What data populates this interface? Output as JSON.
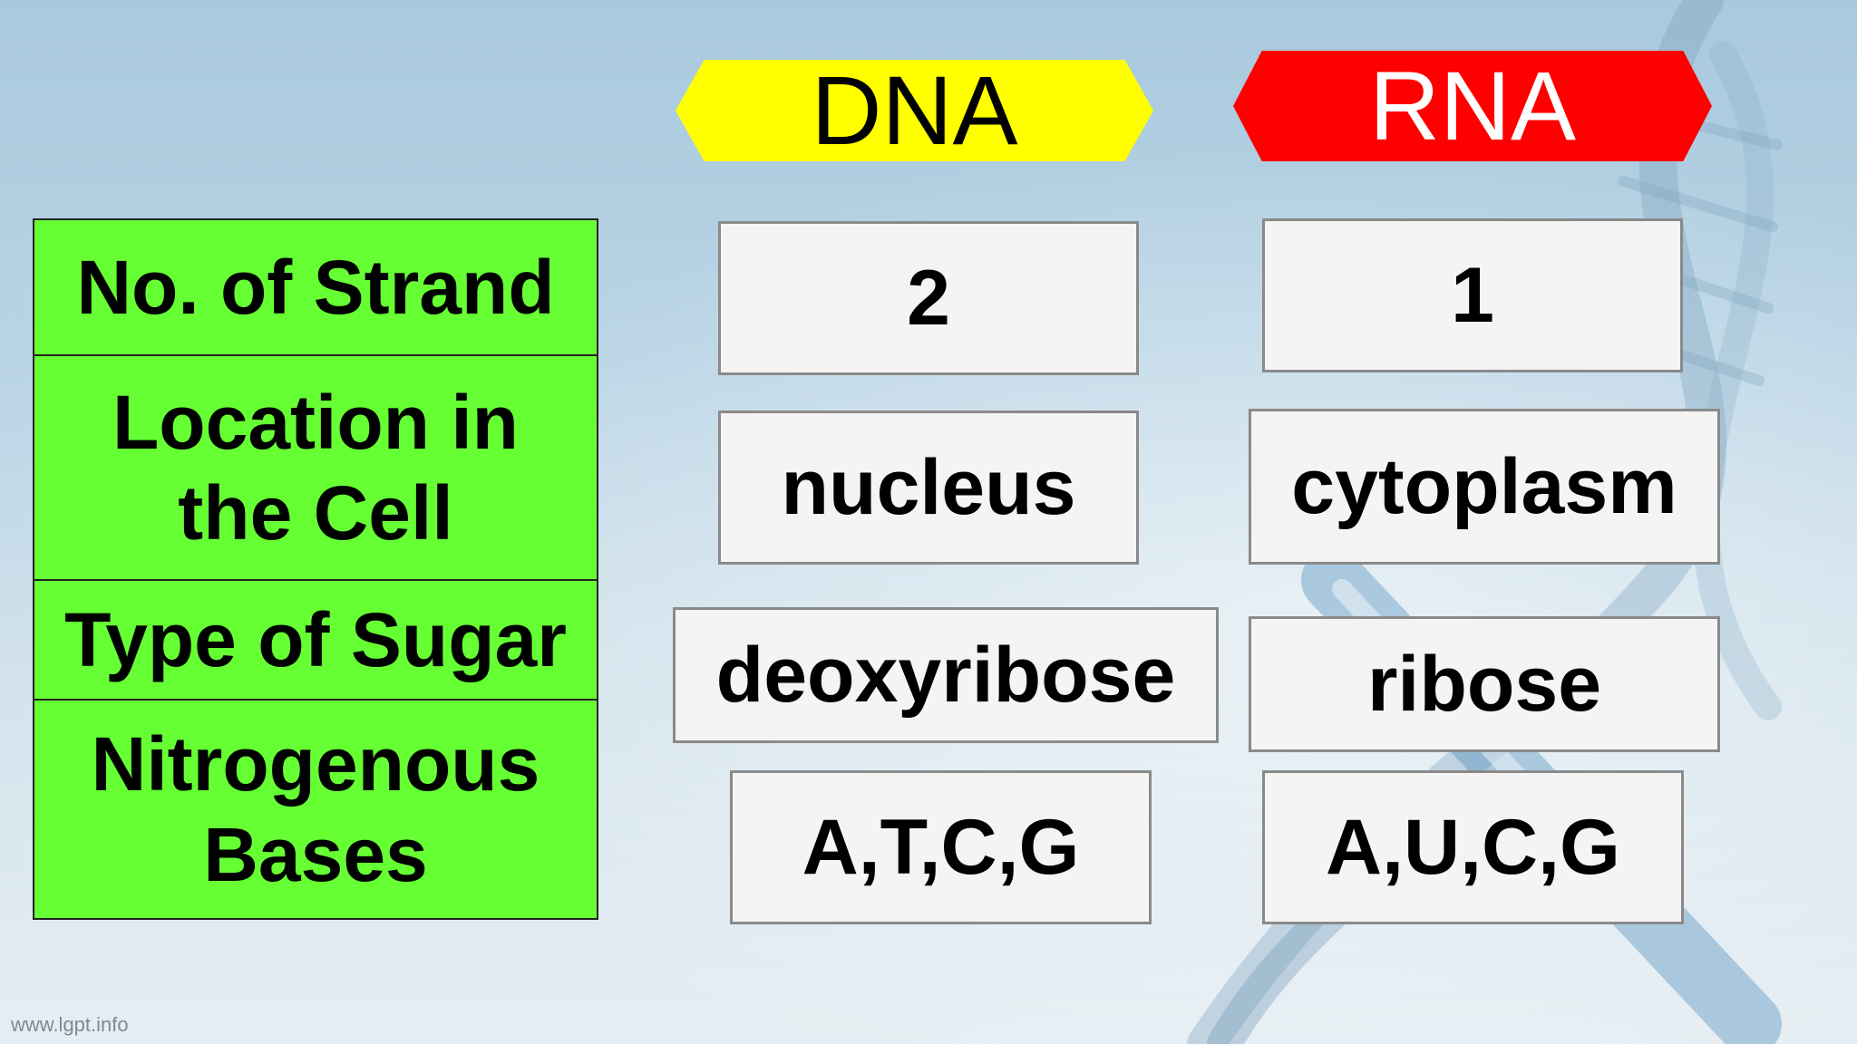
{
  "headers": {
    "dna": "DNA",
    "rna": "RNA"
  },
  "rows": [
    {
      "label": "No. of Strand",
      "dna": "2",
      "rna": "1"
    },
    {
      "label": "Location in\nthe Cell",
      "dna": "nucleus",
      "rna": "cytoplasm"
    },
    {
      "label": "Type of Sugar",
      "dna": "deoxyribose",
      "rna": "ribose"
    },
    {
      "label": "Nitrogenous\nBases",
      "dna": "A,T,C,G",
      "rna": "A,U,C,G"
    }
  ],
  "colors": {
    "dna_tag": "#ffff00",
    "rna_tag": "#ff0000",
    "label_panel": "#66ff33",
    "answer_box": "#f4f4f4"
  },
  "watermark": "www.lgpt.info"
}
